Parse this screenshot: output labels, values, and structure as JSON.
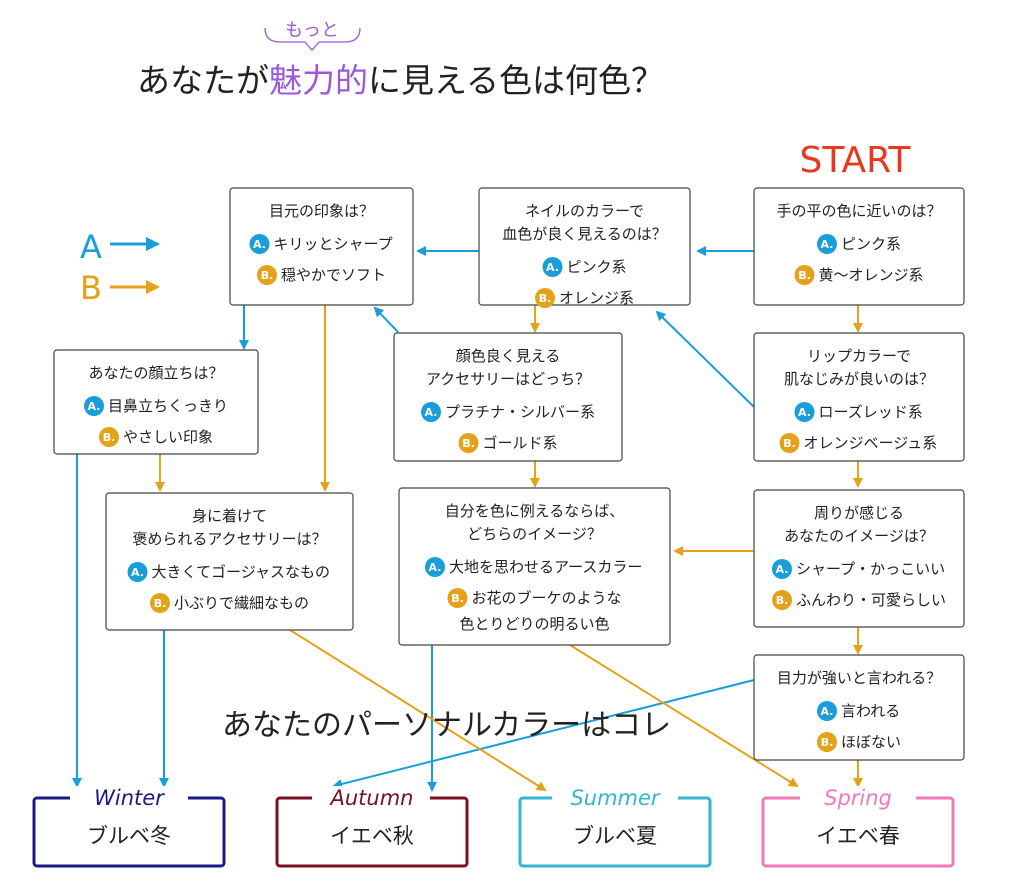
{
  "title": {
    "ruby": "もっと",
    "pre": "あなたが",
    "em": "魅力的",
    "post": "に見える色は何色？"
  },
  "start": "START",
  "legend": {
    "a": "A",
    "b": "B"
  },
  "colors": {
    "a_arrow": "#1a9ed9",
    "b_arrow": "#e3a219",
    "start": "#e8391d",
    "winter": "#1a1a80",
    "autumn": "#7a1020",
    "summer": "#34b6d0",
    "spring": "#f07ab6",
    "title_em": "#9b59d8"
  },
  "badges": {
    "a": "A.",
    "b": "B."
  },
  "questions": {
    "palm": {
      "lines": [
        "手の平の色に近いのは？"
      ],
      "a": "ピンク系",
      "b": "黄～オレンジ系"
    },
    "nail": {
      "lines": [
        "ネイルのカラーで",
        "血色が良く見えるのは？"
      ],
      "a": "ピンク系",
      "b": "オレンジ系"
    },
    "eyes": {
      "lines": [
        "目元の印象は？"
      ],
      "a": "キリッとシャープ",
      "b": "穏やかでソフト"
    },
    "face": {
      "lines": [
        "あなたの顔立ちは？"
      ],
      "a": "目鼻立ちくっきり",
      "b": "やさしい印象"
    },
    "accessory": {
      "lines": [
        "顔色良く見える",
        "アクセサリーはどっち？"
      ],
      "a": "プラチナ・シルバー系",
      "b": "ゴールド系"
    },
    "lip": {
      "lines": [
        "リップカラーで",
        "肌なじみが良いのは？"
      ],
      "a": "ローズレッド系",
      "b": "オレンジベージュ系"
    },
    "wear": {
      "lines": [
        "身に着けて",
        "褒められるアクセサリーは？"
      ],
      "a": "大きくてゴージャスなもの",
      "b": "小ぶりで繊細なもの"
    },
    "self": {
      "lines": [
        "自分を色に例えるならば、",
        "どちらのイメージ？"
      ],
      "a": "大地を思わせるアースカラー",
      "b": [
        "お花のブーケのような",
        "色とりどりの明るい色"
      ]
    },
    "around": {
      "lines": [
        "周りが感じる",
        "あなたのイメージは？"
      ],
      "a": "シャープ・かっこいい",
      "b": "ふんわり・可愛らしい"
    },
    "eyepower": {
      "lines": [
        "目力が強いと言われる？"
      ],
      "a": "言われる",
      "b": "ほぼない"
    }
  },
  "result_heading": "あなたのパーソナルカラーはコレ",
  "results": {
    "winter": {
      "season": "Winter",
      "label": "ブルベ冬"
    },
    "autumn": {
      "season": "Autumn",
      "label": "イエベ秋"
    },
    "summer": {
      "season": "Summer",
      "label": "ブルベ夏"
    },
    "spring": {
      "season": "Spring",
      "label": "イエベ春"
    }
  }
}
